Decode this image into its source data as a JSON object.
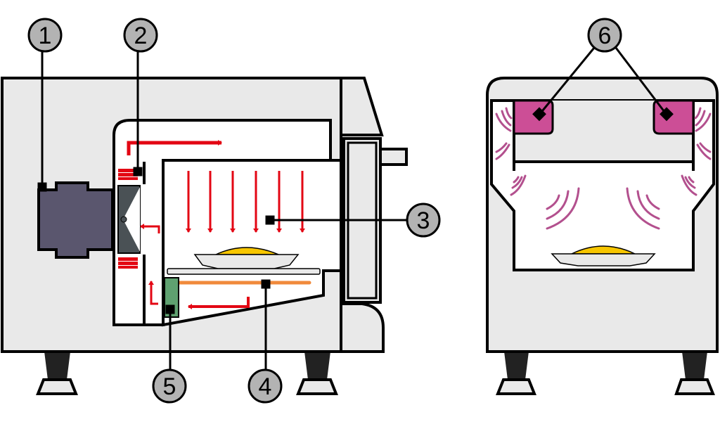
{
  "callouts": [
    {
      "label": "1"
    },
    {
      "label": "2"
    },
    {
      "label": "3"
    },
    {
      "label": "4"
    },
    {
      "label": "5"
    },
    {
      "label": "6"
    }
  ],
  "colors": {
    "body": "#e9e9e9",
    "outline": "#000000",
    "magnetron": "#5a566e",
    "fan": "#4a5155",
    "heat_arrow": "#e30613",
    "food": "#f7c600",
    "heater": "#f08a3c",
    "sensor": "#5fa170",
    "waveguide_source": "#cc4e96",
    "wave": "#b3508e",
    "callout_fill": "#b3b3b3"
  }
}
